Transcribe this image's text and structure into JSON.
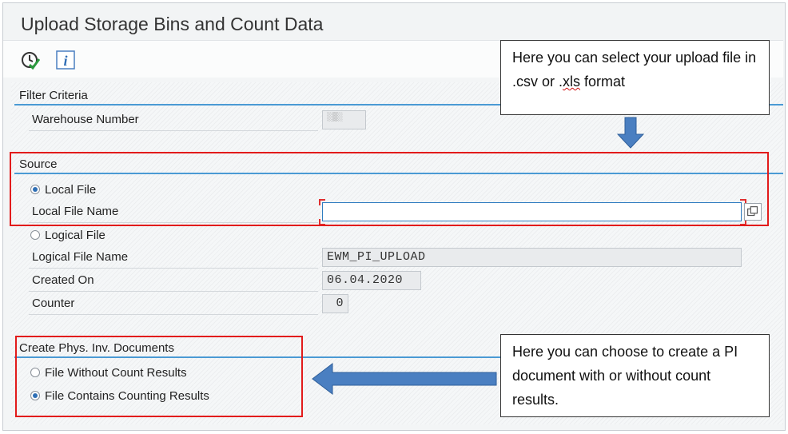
{
  "window": {
    "title": "Upload Storage Bins and Count Data"
  },
  "toolbar": {
    "execute_icon": "execute-clock-icon",
    "info_icon": "info-icon"
  },
  "filter": {
    "heading": "Filter Criteria",
    "warehouse_label": "Warehouse Number",
    "warehouse_value": "░▒░"
  },
  "source": {
    "heading": "Source",
    "local_file_radio": "Local File",
    "local_file_selected": true,
    "local_file_name_label": "Local File Name",
    "local_file_name_value": "",
    "logical_file_radio": "Logical File",
    "logical_file_selected": false,
    "logical_file_name_label": "Logical File Name",
    "logical_file_name_value": "EWM_PI_UPLOAD",
    "created_on_label": "Created On",
    "created_on_value": "06.04.2020",
    "counter_label": "Counter",
    "counter_value": "0"
  },
  "create_docs": {
    "heading": "Create Phys. Inv. Documents",
    "option_without": "File Without Count Results",
    "option_without_selected": false,
    "option_with": "File Contains Counting Results",
    "option_with_selected": true
  },
  "annotations": {
    "callout_top_pre": "Here you can select your upload file in .csv or .",
    "callout_top_squiggle": "xls",
    "callout_top_post": " format",
    "callout_bottom": "Here you can choose to create a PI document with or without count results.",
    "arrow_color": "#4a7fc1",
    "highlight_color": "#e21b1b"
  }
}
